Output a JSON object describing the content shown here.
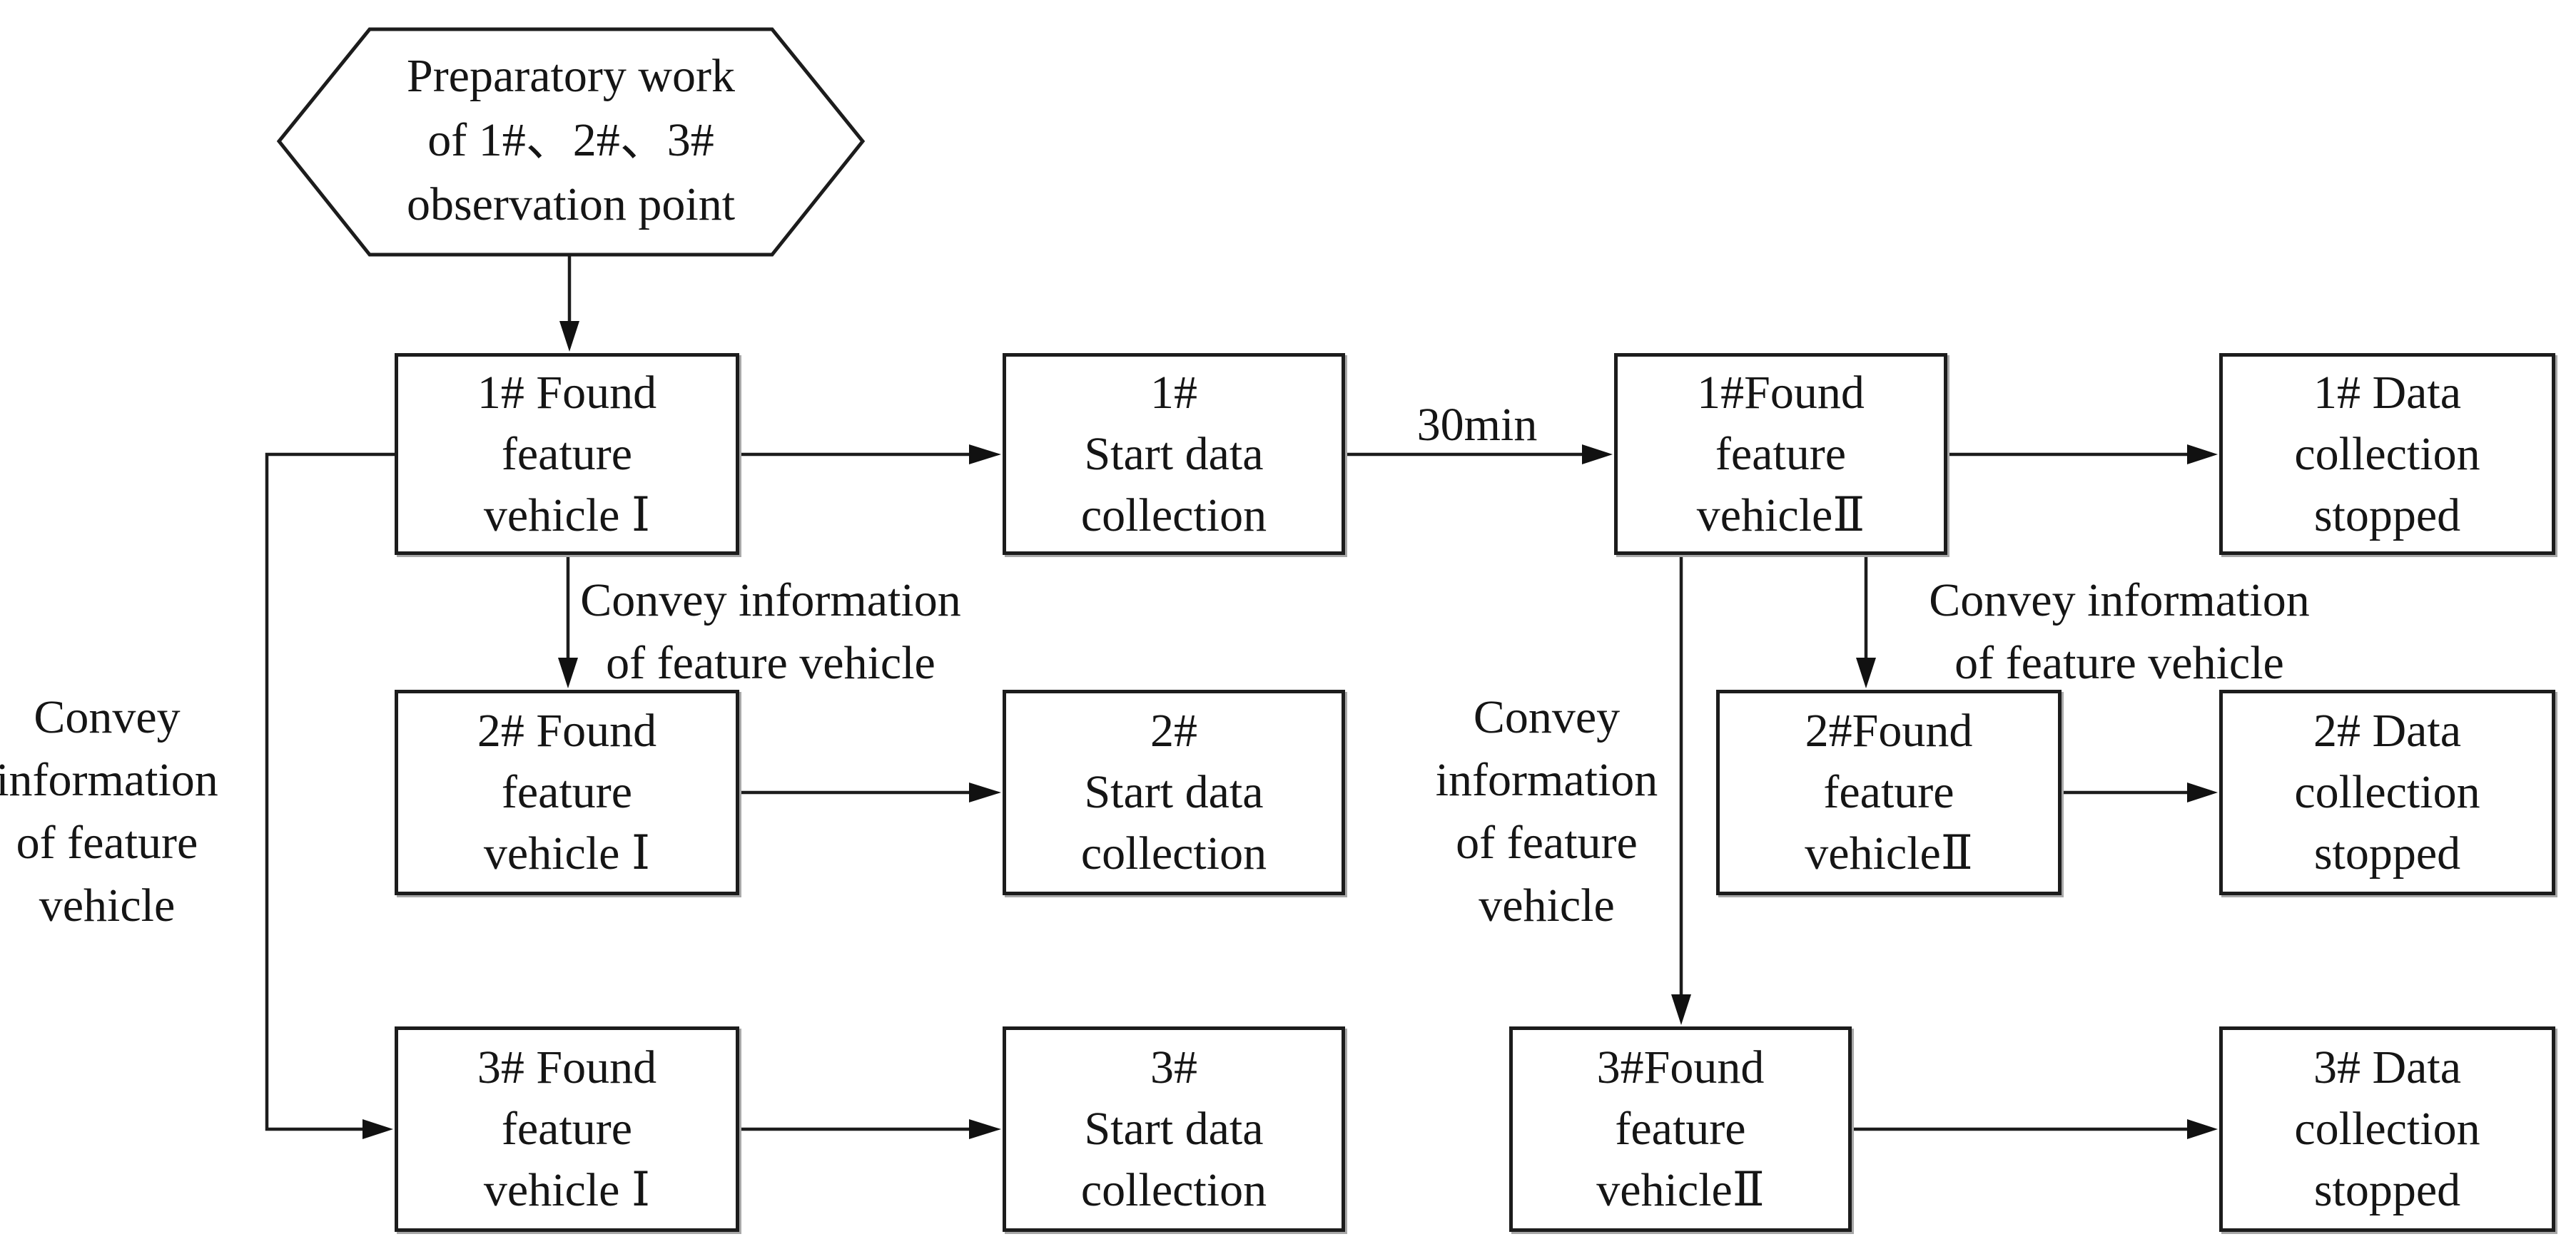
{
  "flowchart": {
    "start_node": {
      "lines": [
        "Preparatory work",
        "of 1#、2#、3#",
        "observation point"
      ]
    },
    "nodes": {
      "found_I_1": [
        "1# Found",
        "feature",
        "vehicle Ⅰ"
      ],
      "start_1": [
        "1#",
        "Start data",
        "collection"
      ],
      "found_II_1": [
        "1#Found",
        "feature",
        "vehicleⅡ"
      ],
      "stopped_1": [
        "1# Data",
        "collection",
        "stopped"
      ],
      "found_I_2": [
        "2# Found",
        "feature",
        "vehicle Ⅰ"
      ],
      "start_2": [
        "2#",
        "Start data",
        "collection"
      ],
      "found_II_2": [
        "2#Found",
        "feature",
        "vehicleⅡ"
      ],
      "stopped_2": [
        "2# Data",
        "collection",
        "stopped"
      ],
      "found_I_3": [
        "3# Found",
        "feature",
        "vehicle Ⅰ"
      ],
      "start_3": [
        "3#",
        "Start data",
        "collection"
      ],
      "found_II_3": [
        "3#Found",
        "feature",
        "vehicleⅡ"
      ],
      "stopped_3": [
        "3# Data",
        "collection",
        "stopped"
      ]
    },
    "labels": {
      "interval": "30min",
      "convey_below_found_I_1": [
        "Convey information",
        "of feature vehicle"
      ],
      "convey_below_found_II_1": [
        "Convey information",
        "of feature vehicle"
      ],
      "convey_left_loop": [
        "Convey",
        "information",
        "of feature",
        "vehicle"
      ],
      "convey_middle_loop": [
        "Convey",
        "information",
        "of feature",
        "vehicle"
      ]
    },
    "colors": {
      "line": "#1c1c1c",
      "text": "#151515",
      "background": "#ffffff"
    }
  }
}
